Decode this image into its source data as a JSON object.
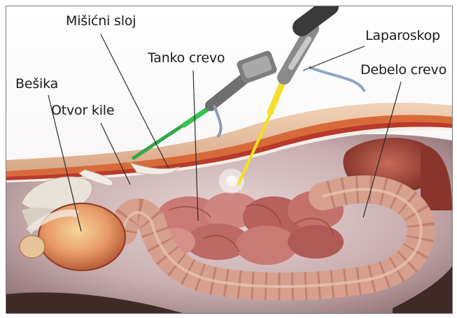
{
  "labels": {
    "misicni_sloj": "Mišićni sloj",
    "tanko_crevo": "Tanko crevo",
    "laparoskop": "Laparoskop",
    "debelo_crevo": "Debelo crevo",
    "besika": "Bešika",
    "otvor_kile": "Otvor kile"
  }
}
